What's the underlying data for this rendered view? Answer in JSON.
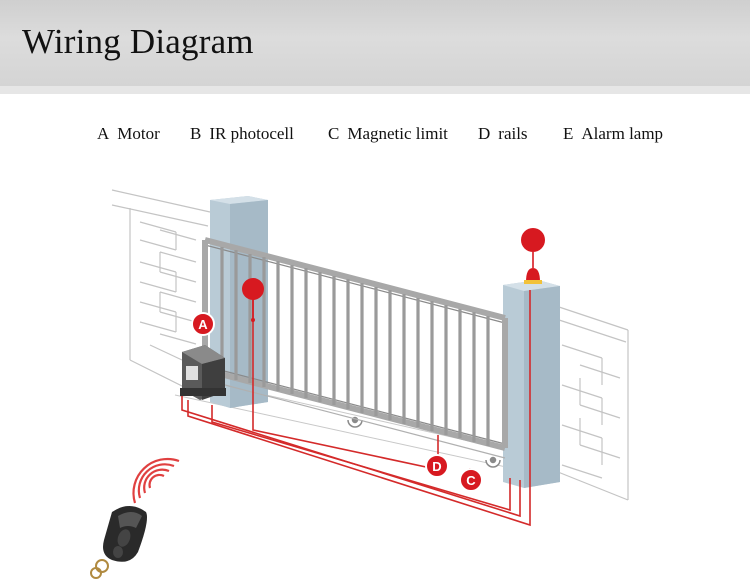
{
  "title": "Wiring Diagram",
  "legend": [
    {
      "letter": "A",
      "label": "Motor"
    },
    {
      "letter": "B",
      "label": "IR photocell"
    },
    {
      "letter": "C",
      "label": "Magnetic limit"
    },
    {
      "letter": "D",
      "label": "rails"
    },
    {
      "letter": "E",
      "label": "Alarm lamp"
    }
  ],
  "callouts": {
    "motor": "A",
    "rails": "D",
    "magnetic": "C"
  },
  "colors": {
    "wire": "#d42a2a",
    "marker": "#d71920",
    "pillar": "#b9cbd6",
    "wall": "#bfbfbf"
  }
}
